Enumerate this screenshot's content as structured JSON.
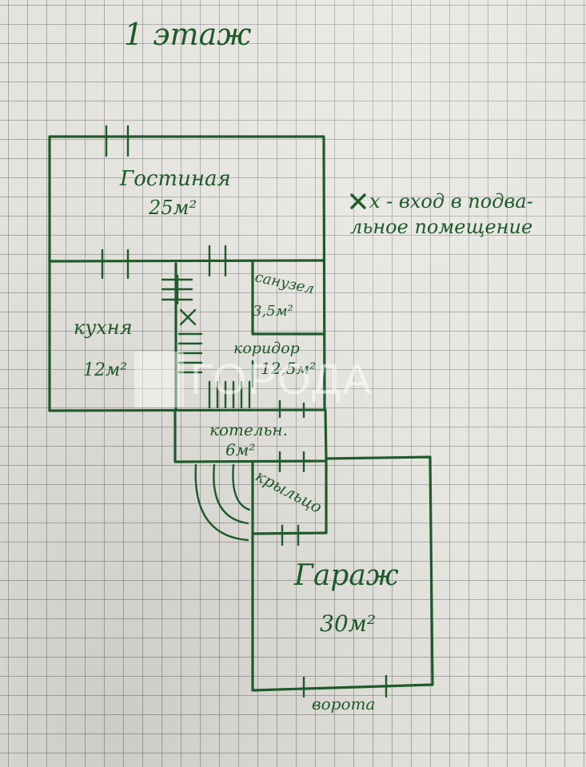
{
  "title": "1 этаж",
  "legend": [
    "x - вход в подва-",
    "льное помещение"
  ],
  "rooms": [
    {
      "name": "Гостиная",
      "area": "25м²"
    },
    {
      "name": "кухня",
      "area": "12м²"
    },
    {
      "name": "санузел",
      "area": "3,5м²"
    },
    {
      "name": "коридор",
      "area": "12,5м²"
    },
    {
      "name": "котельн.",
      "area": "6м²"
    },
    {
      "name": "крыльцо",
      "area": ""
    },
    {
      "name": "Гараж",
      "area": "30м²"
    }
  ],
  "gate_label": "ворота",
  "hatch_marker": "x",
  "watermark": "ГОРОДА",
  "colors": {
    "ink": "#1f5a2a",
    "paper": "#e4e3dd",
    "grid": "#78787d"
  }
}
